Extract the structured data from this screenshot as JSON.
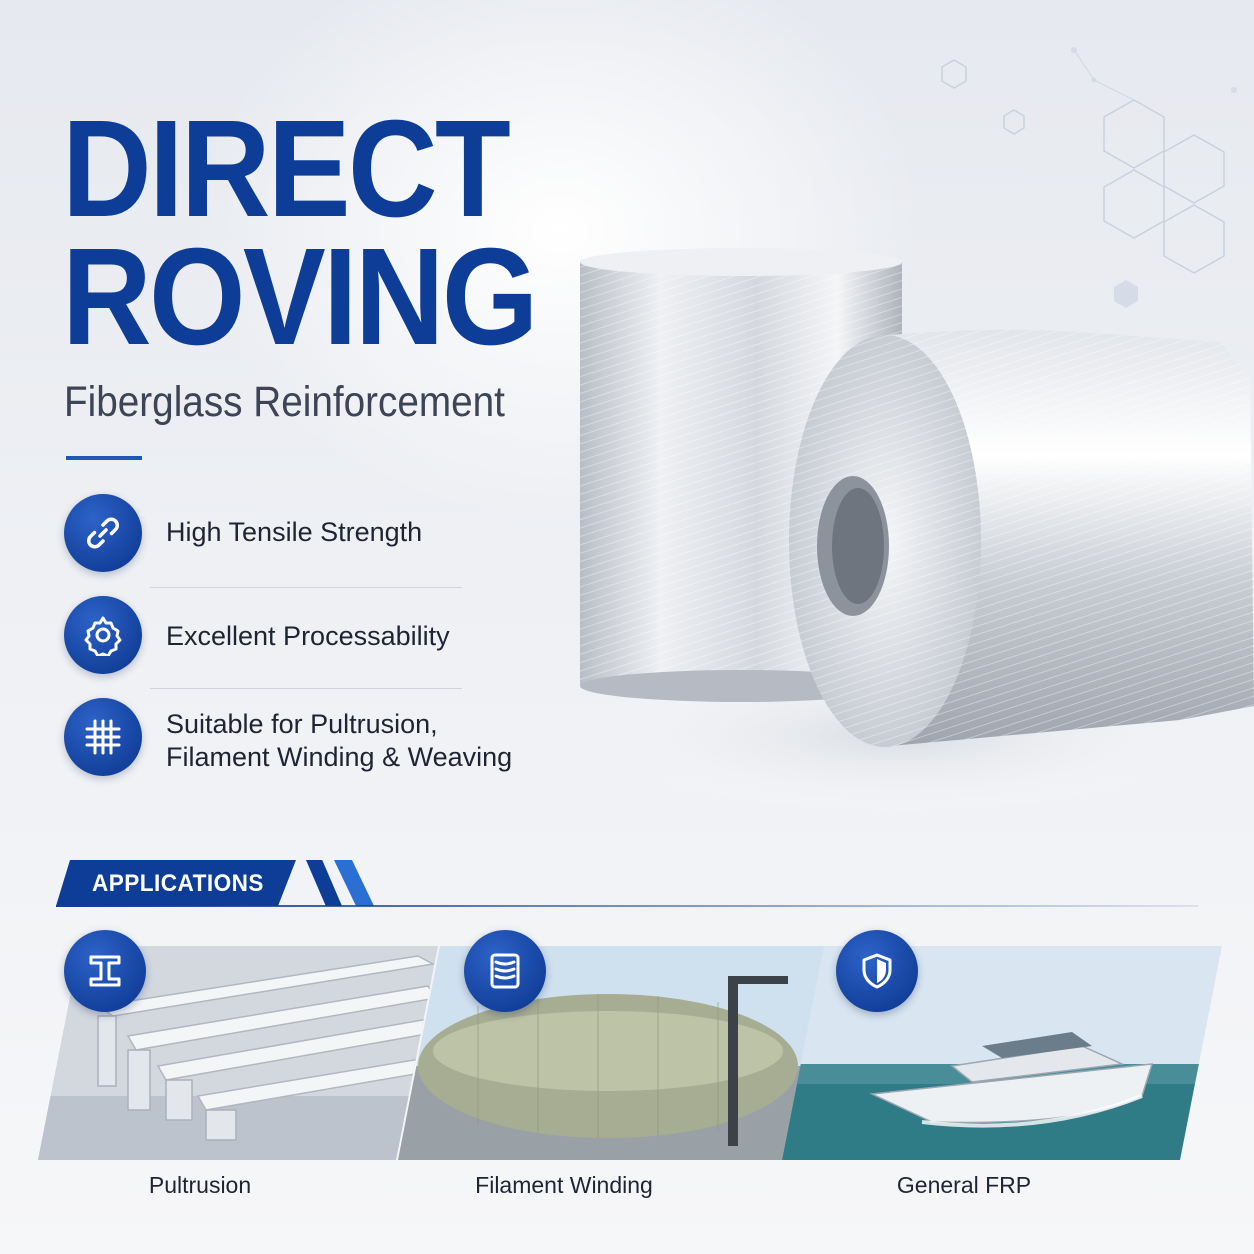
{
  "title": {
    "line1": "DIRECT",
    "line2": "ROVING",
    "subtitle": "Fiberglass Reinforcement"
  },
  "features": [
    {
      "icon": "chain-link-icon",
      "text": "High Tensile Strength"
    },
    {
      "icon": "gear-icon",
      "text": "Excellent Processability"
    },
    {
      "icon": "grid-mesh-icon",
      "line1": "Suitable for Pultrusion,",
      "line2": "Filament Winding & Weaving"
    }
  ],
  "applications": {
    "heading": "APPLICATIONS",
    "items": [
      {
        "icon": "i-beam-icon",
        "label": "Pultrusion"
      },
      {
        "icon": "winding-coil-icon",
        "label": "Filament Winding"
      },
      {
        "icon": "shield-icon",
        "label": "General FRP"
      }
    ]
  },
  "colors": {
    "brand_blue": "#0e3d98",
    "accent_blue": "#2a6fd4",
    "text_dark": "#1e2433"
  }
}
